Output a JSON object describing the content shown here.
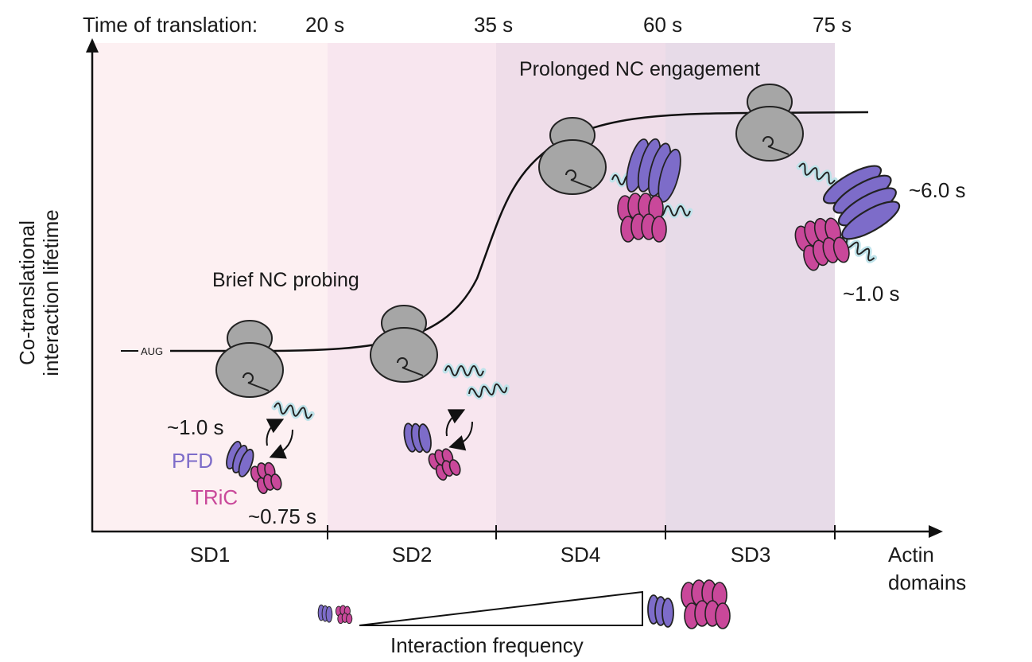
{
  "header": {
    "time_label": "Time of translation:",
    "times": [
      "20 s",
      "35 s",
      "60 s",
      "75 s"
    ]
  },
  "y_axis_label": [
    "Co-translational",
    "interaction lifetime"
  ],
  "x_axis": {
    "domains": [
      "SD1",
      "SD2",
      "SD4",
      "SD3"
    ],
    "axis_label": [
      "Actin",
      "domains"
    ]
  },
  "annotations": {
    "brief": "Brief NC probing",
    "prolonged": "Prolonged NC engagement",
    "aug": "AUG",
    "pfd_time_short": "~1.0 s",
    "tric_time_short": "~0.75 s",
    "pfd_time_long": "~6.0 s",
    "tric_time_long": "~1.0 s"
  },
  "legend": {
    "pfd": "PFD",
    "tric": "TRiC"
  },
  "bottom": {
    "frequency_label": "Interaction frequency"
  },
  "colors": {
    "pfd": "#7d6cc9",
    "tric": "#c9489a",
    "ribosome": "#a6a6a6",
    "nascent_chain": "#bfe3ea",
    "band_1": "#fdf0f2",
    "band_2": "#f8e6ef",
    "band_3": "#efdde9",
    "band_4": "#e7dbe8"
  }
}
